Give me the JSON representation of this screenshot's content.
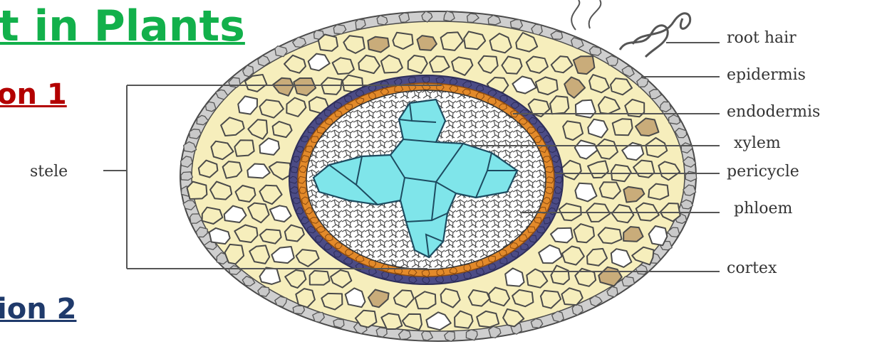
{
  "slide": {
    "title": "t in Plants",
    "section1": "on 1",
    "section2": "ion 2"
  },
  "diagram": {
    "labels": {
      "root_hair": "root hair",
      "epidermis": "epidermis",
      "endodermis": "endodermis",
      "xylem": "xylem",
      "pericycle": "pericycle",
      "phloem": "phloem",
      "cortex": "cortex",
      "stele": "stele"
    },
    "colors": {
      "cortex_cell": "#f6eebc",
      "cortex_cell_dark": "#c9ac7a",
      "epidermis": "#c9c9c9",
      "endodermis": "#4c4c86",
      "pericycle": "#e38a2a",
      "xylem": "#7fe5ea",
      "outline": "#4a4a4a"
    }
  }
}
